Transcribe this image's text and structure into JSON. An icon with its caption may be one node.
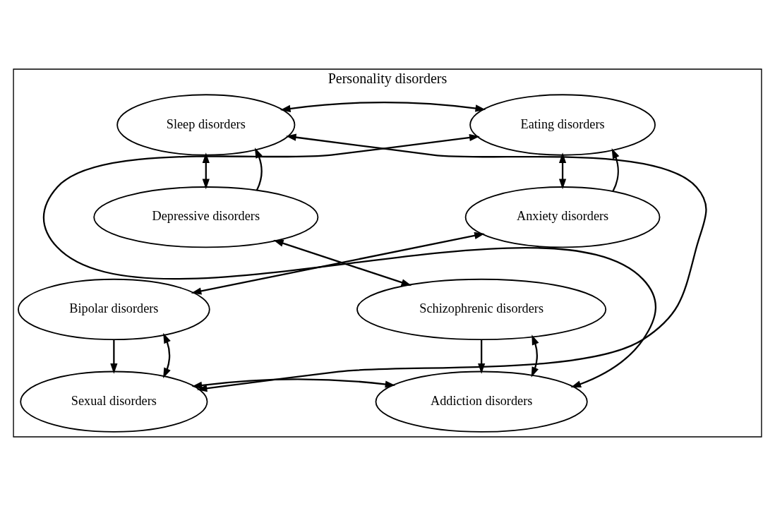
{
  "diagram": {
    "nodes": [
      {
        "text": [
          "Personality disorders"
        ]
      },
      {
        "text": [
          "Sleep disorders"
        ],
        "in": 0
      },
      {
        "text": [
          "Eating disorders"
        ],
        "in": 0
      },
      {
        "text": [
          "Depressive disorders"
        ],
        "in": 0
      },
      {
        "text": [
          "Anxiety disorders"
        ],
        "in": 0
      },
      {
        "text": [
          "Bipolar disorders"
        ],
        "in": 0
      },
      {
        "text": [
          "Schizophrenic disorders"
        ],
        "in": 0
      },
      {
        "text": [
          "Sexual disorders"
        ],
        "in": 0
      },
      {
        "text": [
          "Addiction disorders"
        ],
        "in": 0
      }
    ],
    "edges": [
      {
        "from": 1,
        "to": 2,
        "arrow": "both"
      },
      {
        "from": 3,
        "to": 1,
        "arrow": "both"
      },
      {
        "from": 4,
        "to": 2,
        "arrow": "both"
      },
      {
        "from": 3,
        "to": 1,
        "arrow": "to"
      },
      {
        "from": 4,
        "to": 2,
        "arrow": "to"
      },
      {
        "from": 1,
        "to": 7,
        "arrow": "both"
      },
      {
        "from": 2,
        "to": 8,
        "arrow": "both"
      },
      {
        "from": 3,
        "to": 6,
        "arrow": "both"
      },
      {
        "from": 4,
        "to": 5,
        "arrow": "both"
      },
      {
        "from": 5,
        "to": 7,
        "arrow": "to"
      },
      {
        "from": 6,
        "to": 8,
        "arrow": "to"
      },
      {
        "from": 7,
        "to": 5,
        "arrow": "both"
      },
      {
        "from": 8,
        "to": 6,
        "arrow": "both"
      },
      {
        "from": 7,
        "to": 8,
        "arrow": "both"
      }
    ]
  }
}
